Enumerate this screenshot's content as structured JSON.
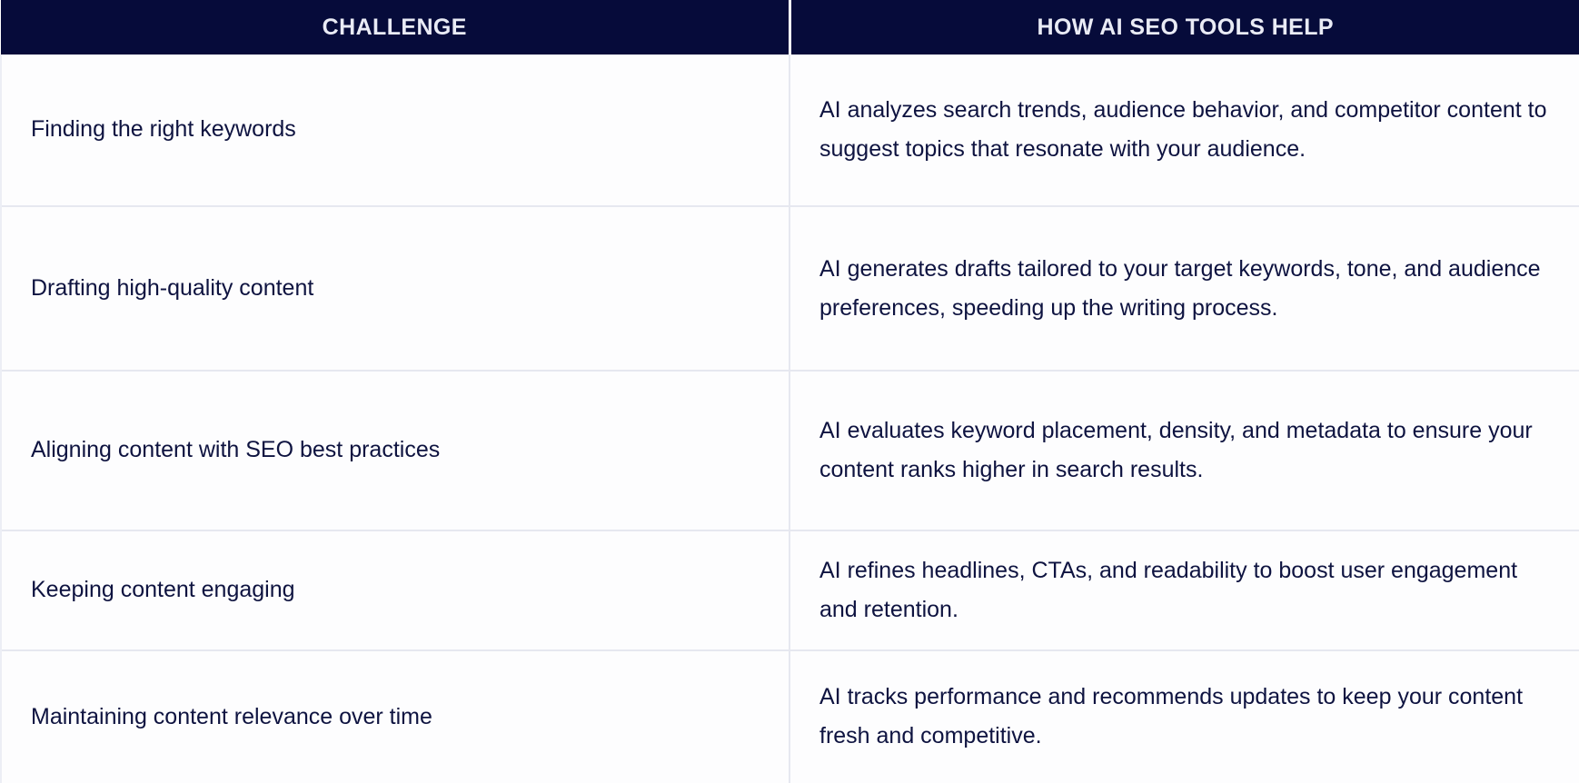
{
  "table": {
    "headers": [
      {
        "label": "CHALLENGE"
      },
      {
        "label": "HOW AI SEO TOOLS HELP"
      }
    ],
    "rows": [
      {
        "challenge": "Finding the right keywords",
        "help": "AI analyzes search trends, audience behavior, and competitor content to suggest topics that resonate with your audience."
      },
      {
        "challenge": "Drafting high-quality content",
        "help": "AI generates drafts tailored to your target keywords, tone, and audience preferences, speeding up the writing process."
      },
      {
        "challenge": "Aligning content with SEO best practices",
        "help": "AI evaluates keyword placement, density, and metadata to ensure your content ranks higher in search results."
      },
      {
        "challenge": "Keeping content engaging",
        "help": "AI refines headlines, CTAs, and readability to boost user engagement and retention."
      },
      {
        "challenge": "Maintaining content relevance over time",
        "help": "AI tracks performance and recommends updates to keep your content fresh and competitive."
      }
    ]
  },
  "colors": {
    "header_background": "#060b3a",
    "header_text": "#e9ebf5",
    "body_text": "#0e1340",
    "cell_background": "#fdfdfe",
    "border": "#e6e8f0"
  }
}
